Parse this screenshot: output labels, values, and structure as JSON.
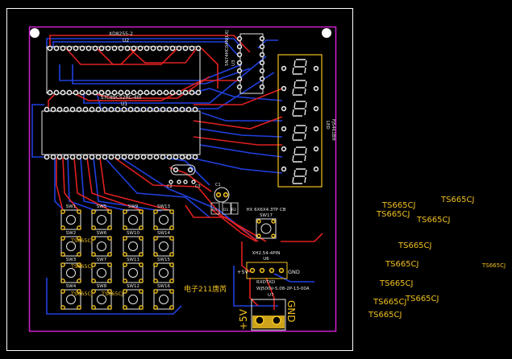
{
  "colors": {
    "background": "#000000",
    "frame": "#ffffff",
    "board_outline": "#d020d0",
    "top_copper": "#e02020",
    "bottom_copper": "#2040e0",
    "silkscreen": "#e8e8e8",
    "label": "#f0c020"
  },
  "components": {
    "u2_value": "XD8255-2",
    "u2_ref": "U2",
    "u1_value": "STC89C52RC-40I",
    "u1_ref": "U1",
    "u3_value": "SN74HC04N(LX)",
    "u3_ref": "U3",
    "led_ref": "LED",
    "led_value": "FJ5461BH",
    "crystal_ref": "Y1",
    "c1_ref": "C1",
    "c2_ref": "C2",
    "c3_ref": "C3",
    "r4_ref": "R4",
    "d1_ref": "D1",
    "r2_ref": "R2",
    "sw17_value": "HX 6X6X4.3TP CB",
    "sw17_ref": "SW17",
    "u6_value": "XH2.54-4PIN",
    "u6_ref": "U6",
    "u6_pin_plus": "+5V",
    "u6_pin_gnd": "GND",
    "u6_pin_rxtx": "RXDTXD",
    "u7_value": "WJ500V-5.08-2P-13-00A",
    "u7_ref": "U7",
    "power_plus": "+5V",
    "power_gnd": "GND",
    "designer_text": "电子211唐芮",
    "keypad_overlay_text": "TS665CJ"
  },
  "switches": [
    {
      "ref": "SW1",
      "col": 0,
      "row": 0
    },
    {
      "ref": "SW5",
      "col": 1,
      "row": 0
    },
    {
      "ref": "SW9",
      "col": 2,
      "row": 0
    },
    {
      "ref": "SW13",
      "col": 3,
      "row": 0
    },
    {
      "ref": "SW2",
      "col": 0,
      "row": 1
    },
    {
      "ref": "SW6",
      "col": 1,
      "row": 1
    },
    {
      "ref": "SW10",
      "col": 2,
      "row": 1
    },
    {
      "ref": "SW14",
      "col": 3,
      "row": 1
    },
    {
      "ref": "SW3",
      "col": 0,
      "row": 2
    },
    {
      "ref": "SW7",
      "col": 1,
      "row": 2
    },
    {
      "ref": "SW11",
      "col": 2,
      "row": 2
    },
    {
      "ref": "SW15",
      "col": 3,
      "row": 2
    },
    {
      "ref": "SW4",
      "col": 0,
      "row": 3
    },
    {
      "ref": "SW8",
      "col": 1,
      "row": 3
    },
    {
      "ref": "SW12",
      "col": 2,
      "row": 3
    },
    {
      "ref": "SW16",
      "col": 3,
      "row": 3
    }
  ],
  "floating_labels": [
    {
      "text": "TS665CJ"
    },
    {
      "text": "TS665CJ"
    },
    {
      "text": "TS665CJ"
    },
    {
      "text": "TS665CJ"
    },
    {
      "text": "TS665CJ"
    },
    {
      "text": "TS665CJ"
    },
    {
      "text": "TS665CJ"
    },
    {
      "text": "TS665CJ"
    },
    {
      "text": "TS665CJ"
    },
    {
      "text": "TS665CJ"
    },
    {
      "text": "TS665CJ"
    },
    {
      "text": "TS665CJ"
    }
  ]
}
